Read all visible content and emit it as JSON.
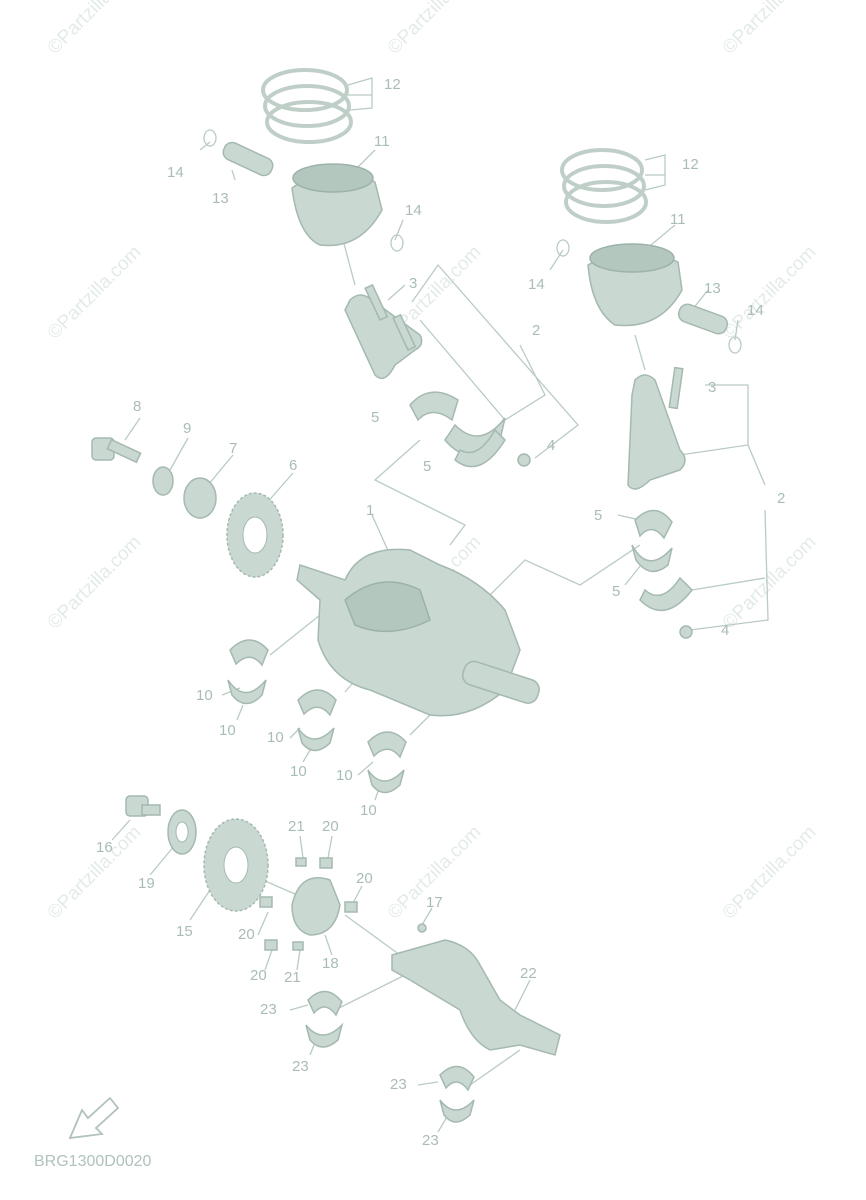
{
  "watermark": "©Partzilla.com",
  "diagram_code": "BRG1300D0020",
  "colors": {
    "part_fill": "#c9d8d1",
    "part_stroke": "#a4b9b0",
    "label": "#a9bdb4"
  },
  "callouts": [
    {
      "id": "c1",
      "text": "1"
    },
    {
      "id": "c2a",
      "text": "2"
    },
    {
      "id": "c2b",
      "text": "2"
    },
    {
      "id": "c3a",
      "text": "3"
    },
    {
      "id": "c3b",
      "text": "3"
    },
    {
      "id": "c4a",
      "text": "4"
    },
    {
      "id": "c4b",
      "text": "4"
    },
    {
      "id": "c5a",
      "text": "5"
    },
    {
      "id": "c5b",
      "text": "5"
    },
    {
      "id": "c5c",
      "text": "5"
    },
    {
      "id": "c5d",
      "text": "5"
    },
    {
      "id": "c6",
      "text": "6"
    },
    {
      "id": "c7",
      "text": "7"
    },
    {
      "id": "c8",
      "text": "8"
    },
    {
      "id": "c9",
      "text": "9"
    },
    {
      "id": "c10a",
      "text": "10"
    },
    {
      "id": "c10b",
      "text": "10"
    },
    {
      "id": "c10c",
      "text": "10"
    },
    {
      "id": "c10d",
      "text": "10"
    },
    {
      "id": "c10e",
      "text": "10"
    },
    {
      "id": "c10f",
      "text": "10"
    },
    {
      "id": "c11a",
      "text": "11"
    },
    {
      "id": "c11b",
      "text": "11"
    },
    {
      "id": "c12a",
      "text": "12"
    },
    {
      "id": "c12b",
      "text": "12"
    },
    {
      "id": "c13a",
      "text": "13"
    },
    {
      "id": "c13b",
      "text": "13"
    },
    {
      "id": "c14a",
      "text": "14"
    },
    {
      "id": "c14b",
      "text": "14"
    },
    {
      "id": "c14c",
      "text": "14"
    },
    {
      "id": "c14d",
      "text": "14"
    },
    {
      "id": "c15",
      "text": "15"
    },
    {
      "id": "c16",
      "text": "16"
    },
    {
      "id": "c17",
      "text": "17"
    },
    {
      "id": "c18",
      "text": "18"
    },
    {
      "id": "c19",
      "text": "19"
    },
    {
      "id": "c20a",
      "text": "20"
    },
    {
      "id": "c20b",
      "text": "20"
    },
    {
      "id": "c20c",
      "text": "20"
    },
    {
      "id": "c20d",
      "text": "20"
    },
    {
      "id": "c21a",
      "text": "21"
    },
    {
      "id": "c21b",
      "text": "21"
    },
    {
      "id": "c22",
      "text": "22"
    },
    {
      "id": "c23a",
      "text": "23"
    },
    {
      "id": "c23b",
      "text": "23"
    },
    {
      "id": "c23c",
      "text": "23"
    },
    {
      "id": "c23d",
      "text": "23"
    }
  ]
}
